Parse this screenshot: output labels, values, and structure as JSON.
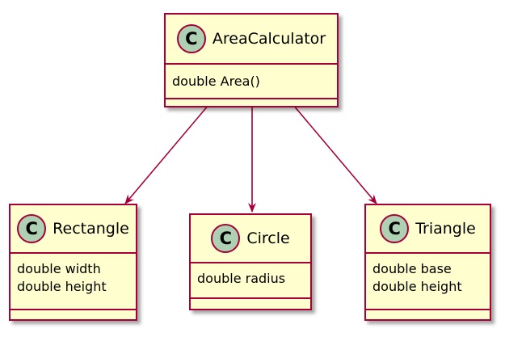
{
  "colors": {
    "fill": "#fefece",
    "border": "#a80036",
    "badge": "#add1b2",
    "arrow": "#a80036"
  },
  "classes": {
    "area": {
      "badge": "C",
      "name": "AreaCalculator",
      "members": [
        "double Area()"
      ]
    },
    "rect": {
      "badge": "C",
      "name": "Rectangle",
      "members": [
        "double width",
        "double height"
      ]
    },
    "circle": {
      "badge": "C",
      "name": "Circle",
      "members": [
        "double radius"
      ]
    },
    "tri": {
      "badge": "C",
      "name": "Triangle",
      "members": [
        "double base",
        "double height"
      ]
    }
  },
  "edges": [
    {
      "from": "area",
      "to": "rect"
    },
    {
      "from": "area",
      "to": "circle"
    },
    {
      "from": "area",
      "to": "tri"
    }
  ]
}
